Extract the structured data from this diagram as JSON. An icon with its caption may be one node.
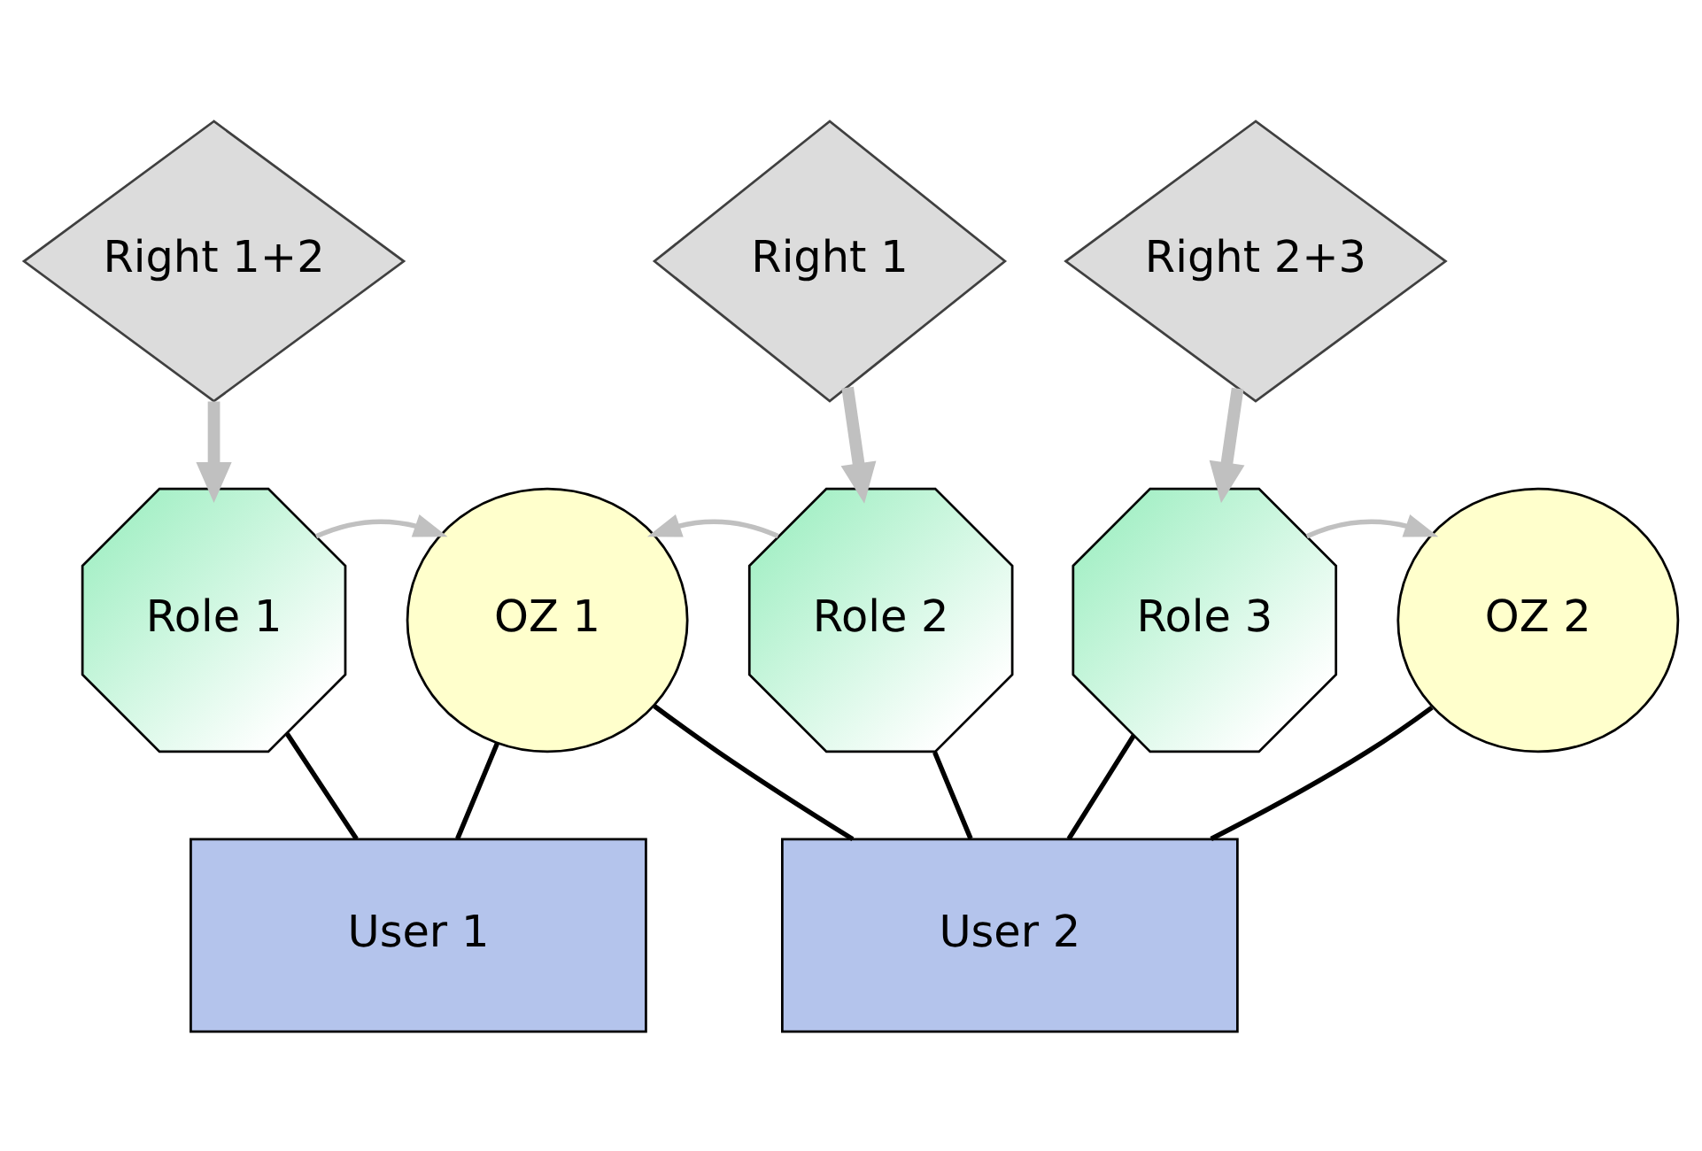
{
  "diagram": {
    "nodes": [
      {
        "text": [
          "Right 1+2"
        ]
      },
      {
        "text": [
          "Right 1"
        ]
      },
      {
        "text": [
          "Right 2+3"
        ]
      },
      {
        "text": [
          "Role 1"
        ]
      },
      {
        "text": [
          "OZ 1"
        ]
      },
      {
        "text": [
          "Role 2"
        ]
      },
      {
        "text": [
          "Role 3"
        ]
      },
      {
        "text": [
          "OZ 2"
        ]
      },
      {
        "text": [
          "User 1"
        ]
      },
      {
        "text": [
          "User 2"
        ]
      }
    ],
    "edges": [
      {
        "from": 0,
        "to": 3,
        "arrow": "to",
        "style": "thick",
        "color": "#c0c0c0"
      },
      {
        "from": 1,
        "to": 5,
        "arrow": "to",
        "style": "thick",
        "color": "#c0c0c0"
      },
      {
        "from": 2,
        "to": 6,
        "arrow": "to",
        "style": "thick",
        "color": "#c0c0c0"
      },
      {
        "from": 3,
        "to": 4,
        "arrow": "to",
        "color": "#c0c0c0"
      },
      {
        "from": 5,
        "to": 4,
        "arrow": "to",
        "color": "#c0c0c0"
      },
      {
        "from": 6,
        "to": 7,
        "arrow": "to",
        "color": "#c0c0c0"
      },
      {
        "from": 3,
        "to": 8,
        "arrow": "none",
        "color": "#000000"
      },
      {
        "from": 4,
        "to": 8,
        "arrow": "none",
        "color": "#000000"
      },
      {
        "from": 4,
        "to": 9,
        "arrow": "none",
        "color": "#000000"
      },
      {
        "from": 5,
        "to": 9,
        "arrow": "none",
        "color": "#000000"
      },
      {
        "from": 6,
        "to": 9,
        "arrow": "none",
        "color": "#000000"
      },
      {
        "from": 7,
        "to": 9,
        "arrow": "none",
        "color": "#000000"
      }
    ]
  }
}
